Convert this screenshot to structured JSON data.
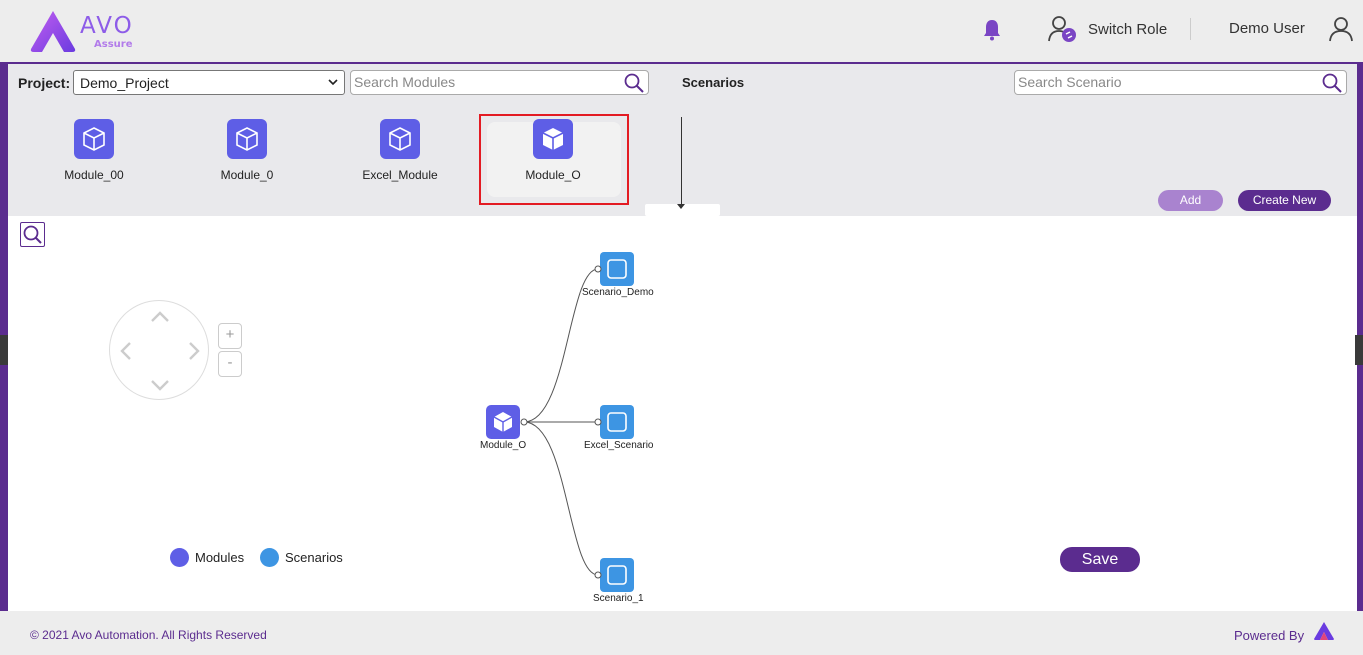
{
  "header": {
    "logo_text": "AVO",
    "logo_sub": "Assure",
    "switch_role": "Switch Role",
    "user_name": "Demo User"
  },
  "toolbar": {
    "project_label": "Project:",
    "project_value": "Demo_Project",
    "search_modules_placeholder": "Search Modules",
    "scenarios_heading": "Scenarios",
    "search_scenario_placeholder": "Search Scenario",
    "modules": [
      {
        "label": "Module_00"
      },
      {
        "label": "Module_0"
      },
      {
        "label": "Excel_Module"
      },
      {
        "label": "Module_O"
      }
    ],
    "add_label": "Add",
    "create_new_label": "Create New"
  },
  "canvas": {
    "zoom_in": "+",
    "zoom_out": "-",
    "root_node": "Module_O",
    "scenario_nodes": [
      "Scenario_Demo",
      "Excel_Scenario",
      "Scenario_1"
    ],
    "legend": {
      "modules": "Modules",
      "scenarios": "Scenarios"
    },
    "save_label": "Save"
  },
  "colors": {
    "brand": "#5b2c8f",
    "module_node": "#5e5ee6",
    "scenario_node": "#3d95e3",
    "selection_outline": "#e31b23"
  },
  "footer": {
    "copyright": "© 2021 Avo Automation. All Rights Reserved",
    "powered_by": "Powered By"
  }
}
